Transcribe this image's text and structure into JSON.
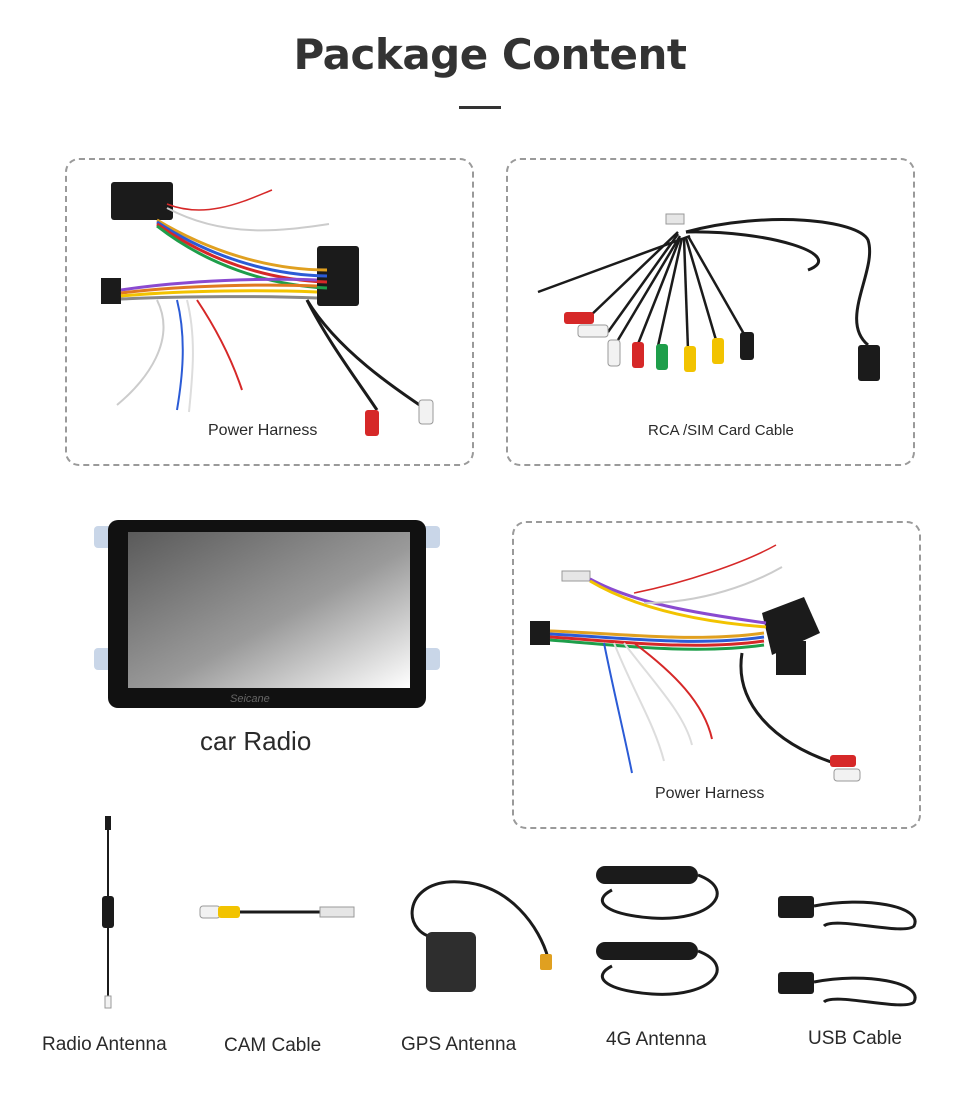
{
  "page": {
    "title": "Package Content"
  },
  "items": {
    "power_harness_1": {
      "label": "Power Harness"
    },
    "rca_sim_cable": {
      "label": "RCA /SIM Card Cable"
    },
    "car_radio": {
      "label": "car Radio",
      "brand_mark": "Seicane"
    },
    "power_harness_2": {
      "label": "Power Harness"
    },
    "radio_antenna": {
      "label": "Radio Antenna"
    },
    "cam_cable": {
      "label": "CAM Cable"
    },
    "gps_antenna": {
      "label": "GPS Antenna"
    },
    "antenna_4g": {
      "label": "4G Antenna"
    },
    "usb_cable": {
      "label": "USB Cable"
    }
  },
  "colors": {
    "title": "#333333",
    "panel_border": "#9a9a9a",
    "rca_red": "#d62828",
    "rca_white": "#f2f2f2",
    "rca_yellow": "#f2c300",
    "rca_green": "#1e9e4a",
    "wire_black": "#1b1b1b"
  }
}
